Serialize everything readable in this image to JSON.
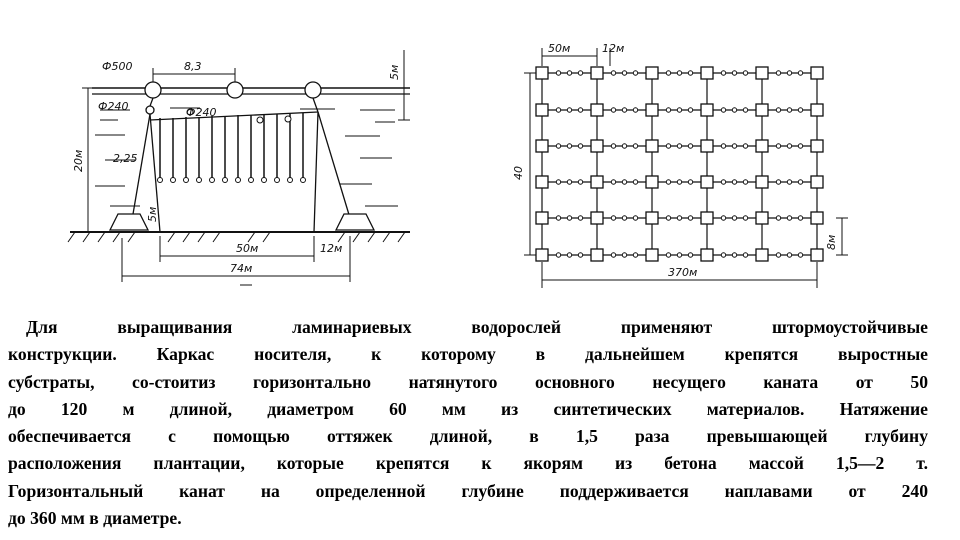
{
  "left_diagram": {
    "labels": {
      "float_large": "Ф500",
      "float_spacing": "8,3",
      "float_small_left": "Ф240",
      "float_small_mid": "Ф240",
      "depth_top": "5м",
      "depth_total": "20м",
      "slope": "2,25",
      "anchor_depth": "5м",
      "span_inner": "50м",
      "offset_right": "12м",
      "span_outer": "74м"
    }
  },
  "right_diagram": {
    "labels": {
      "col_spacing": "50м",
      "small_spacing": "12м",
      "height": "40",
      "row_spacing": "8м",
      "width": "370м"
    }
  },
  "text": {
    "lines": [
      "Для выращивания ламинариевых водорослей применяют штормоустойчивые",
      "конструкции. Каркас носителя, к которому в дальнейшем крепятся выростные",
      "субстраты, со-стоитиз горизонтально натянутого основного несущего каната от 50",
      "до 120 м длиной, диаметром 60 мм из синтетических материалов. Натяжение",
      "обеспечивается с помощью оттяжек длиной, в 1,5 раза превышающей глубину",
      "расположения плантации, которые крепятся к якорям из бетона массой 1,5—2 т.",
      "Горизонтальный канат на определенной глубине поддерживается наплавами от 240",
      "до 360 мм в диаметре."
    ]
  }
}
